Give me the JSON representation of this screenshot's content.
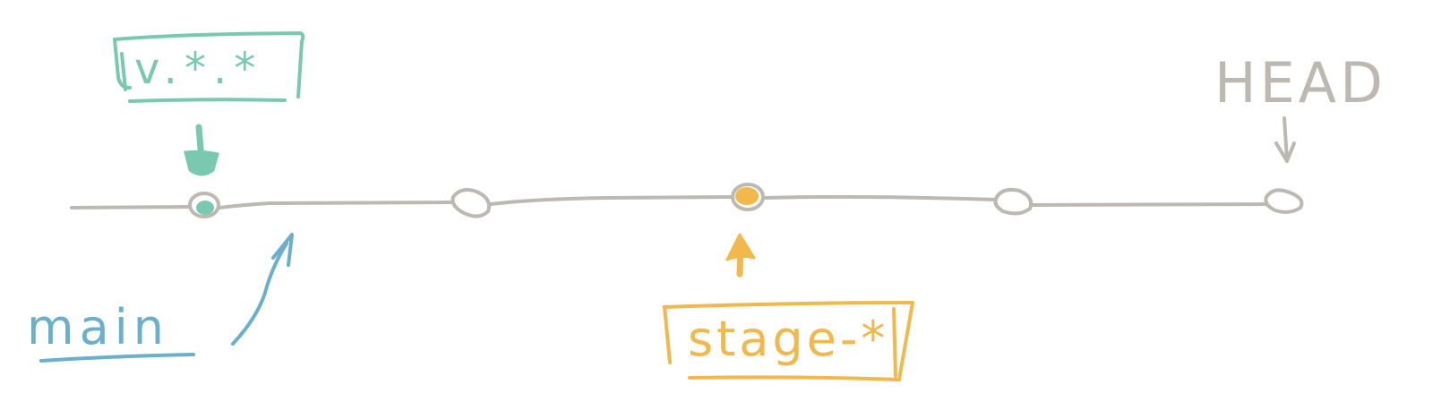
{
  "diagram": {
    "tag_label": "v.*.*",
    "head_label": "HEAD",
    "branch_label": "main",
    "stage_label": "stage-*",
    "commit_count": 5,
    "highlighted_commits": {
      "tag": 1,
      "stage": 3
    },
    "colors": {
      "line": "#bdb8b1",
      "tag": "#79c9b0",
      "branch": "#6ab0cd",
      "stage": "#f2b84b",
      "head": "#bdb8b1",
      "background": "#ffffff"
    }
  }
}
